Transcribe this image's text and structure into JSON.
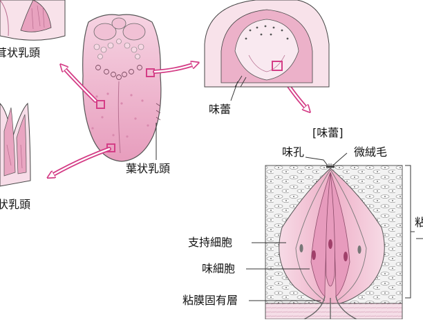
{
  "labels": {
    "fungiform_cut": "茸状乳頭",
    "filiform_cut": "状乳頭",
    "foliate": "葉状乳頭",
    "taste_bud_small": "味蕾",
    "taste_bud_title": "[味蕾]",
    "taste_pore": "味孔",
    "microvilli": "微絨毛",
    "supporting_cell": "支持細胞",
    "taste_cell": "味細胞",
    "lamina_propria": "粘膜固有層",
    "mucosa_cut": "粘"
  },
  "colors": {
    "tongue": "#eba7c4",
    "tongue_dark": "#cf7fa3",
    "accent_arrow": "#d43d86",
    "tissue": "#f3c9d9",
    "line": "#3a3a3a"
  }
}
